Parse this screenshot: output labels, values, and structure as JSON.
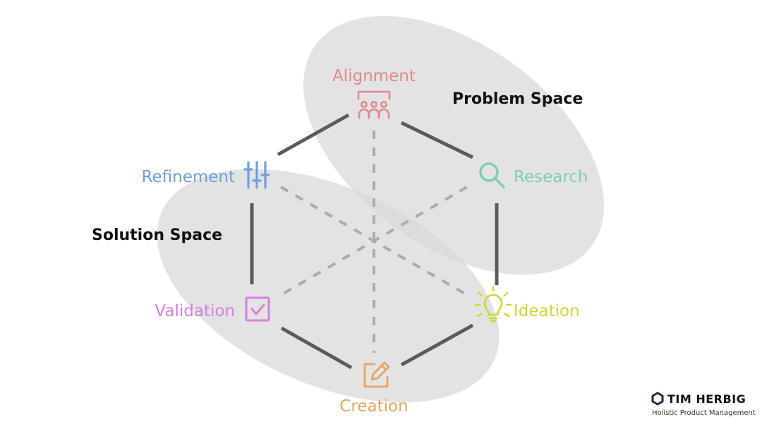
{
  "diagram": {
    "nodes": [
      {
        "id": "alignment",
        "label": "Alignment",
        "color": "#E0888C",
        "icon": "group-icon"
      },
      {
        "id": "research",
        "label": "Research",
        "color": "#7FCFAE",
        "icon": "magnifier-icon"
      },
      {
        "id": "ideation",
        "label": "Ideation",
        "color": "#C7DB2C",
        "icon": "lightbulb-icon"
      },
      {
        "id": "creation",
        "label": "Creation",
        "color": "#E8A45E",
        "icon": "pencil-square-icon"
      },
      {
        "id": "validation",
        "label": "Validation",
        "color": "#D77FDC",
        "icon": "checkbox-icon"
      },
      {
        "id": "refinement",
        "label": "Refinement",
        "color": "#6F9FDE",
        "icon": "sliders-icon"
      }
    ],
    "spaces": {
      "problem": "Problem Space",
      "solution": "Solution Space"
    },
    "colors": {
      "space_fill": "#DADADA",
      "solid_edge": "#5B5B5B",
      "dashed_edge": "#ABABAB"
    }
  },
  "brand": {
    "name": "TIM HERBIG",
    "tagline": "Holistic Product Management",
    "icon": "hexagon-icon"
  }
}
